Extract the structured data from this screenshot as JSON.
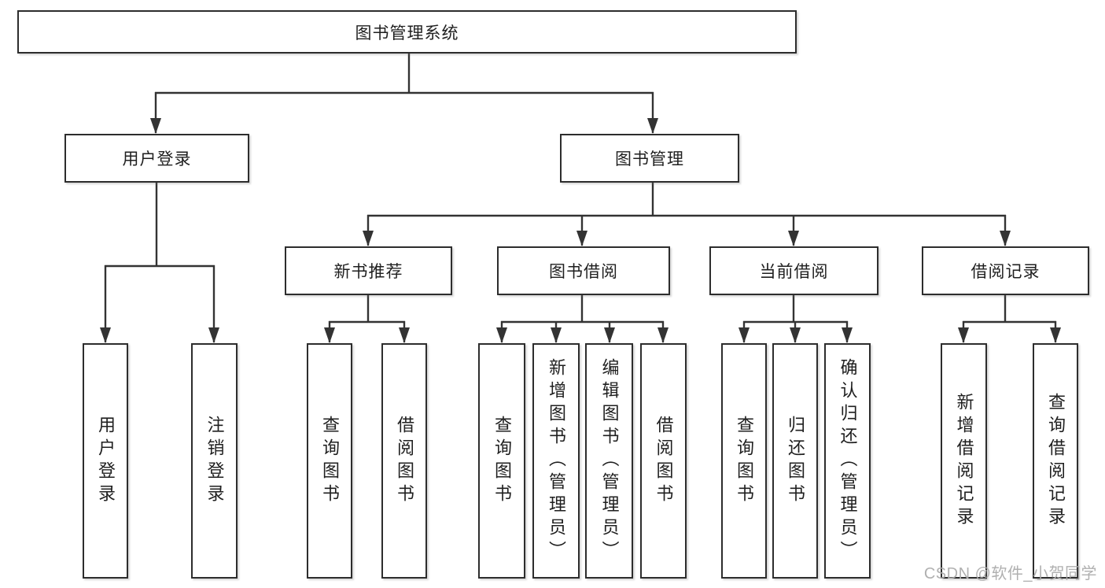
{
  "title": "图书管理系统",
  "tree": {
    "root": {
      "label": "图书管理系统"
    },
    "branches": [
      {
        "label": "用户登录",
        "leaves": [
          {
            "label": "用户登录"
          },
          {
            "label": "注销登录"
          }
        ]
      },
      {
        "label": "图书管理",
        "groups": [
          {
            "label": "新书推荐",
            "leaves": [
              {
                "label": "查询图书"
              },
              {
                "label": "借阅图书"
              }
            ]
          },
          {
            "label": "图书借阅",
            "leaves": [
              {
                "label": "查询图书"
              },
              {
                "label": "新增图书（管理员）"
              },
              {
                "label": "编辑图书（管理员）"
              },
              {
                "label": "借阅图书"
              }
            ]
          },
          {
            "label": "当前借阅",
            "leaves": [
              {
                "label": "查询图书"
              },
              {
                "label": "归还图书"
              },
              {
                "label": "确认归还（管理员）"
              }
            ]
          },
          {
            "label": "借阅记录",
            "leaves": [
              {
                "label": "新增借阅记录"
              },
              {
                "label": "查询借阅记录"
              }
            ]
          }
        ]
      }
    ]
  },
  "watermark": {
    "text": "CSDN @软件_小贺同学"
  },
  "colors": {
    "line": "#333333",
    "border": "#2d2d2d",
    "text": "#1f1f1f",
    "watermark": "#acacac",
    "background": "#ffffff"
  }
}
